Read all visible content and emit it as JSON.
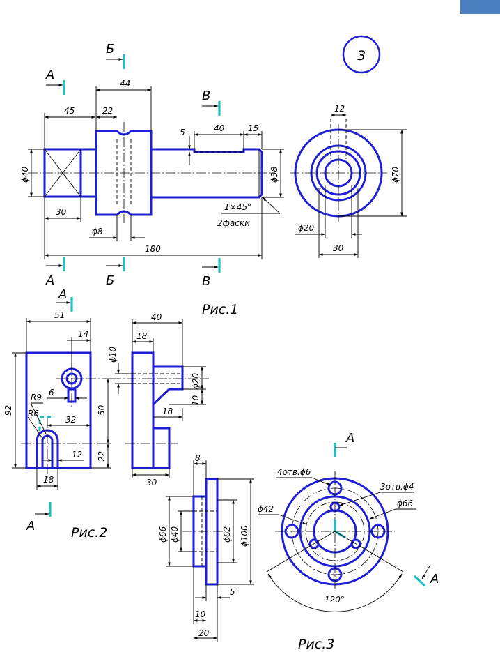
{
  "variant_number": "3",
  "captions": {
    "fig1": "Рис.1",
    "fig2": "Рис.2",
    "fig3": "Рис.3"
  },
  "section_letters": {
    "a": "А",
    "b": "Б",
    "v": "В"
  },
  "fig1": {
    "dims": {
      "d45": "45",
      "d22": "22",
      "d44": "44",
      "d5": "5",
      "d40": "40",
      "d15": "15",
      "phi40": "ϕ40",
      "phi38": "ϕ38",
      "d30": "30",
      "phi8": "ϕ8",
      "d180": "180",
      "chamfer": "1×45°",
      "chamfer2": "2фаски",
      "d12": "12",
      "phi70": "ϕ70",
      "phi20": "ϕ20",
      "d30b": "30"
    }
  },
  "fig2": {
    "dims": {
      "d51": "51",
      "d14": "14",
      "d92": "92",
      "r9": "R9",
      "r6": "R6",
      "d6": "6",
      "d32": "32",
      "d50": "50",
      "d22": "22",
      "d12": "12",
      "d18": "18",
      "d40": "40",
      "d18b": "18",
      "phi10": "ϕ10",
      "phi20": "ϕ20",
      "d10": "10",
      "d18c": "18",
      "d30": "30"
    }
  },
  "fig3": {
    "dims": {
      "d8": "8",
      "phi66": "ϕ66",
      "phi40": "ϕ40",
      "phi62": "ϕ62",
      "phi100": "ϕ100",
      "d5": "5",
      "d10": "10",
      "d20": "20",
      "holes4": "4отв.ϕ6",
      "holes3": "3отв.ϕ4",
      "phi42": "ϕ42",
      "phi66b": "ϕ66",
      "angle": "120°"
    }
  }
}
